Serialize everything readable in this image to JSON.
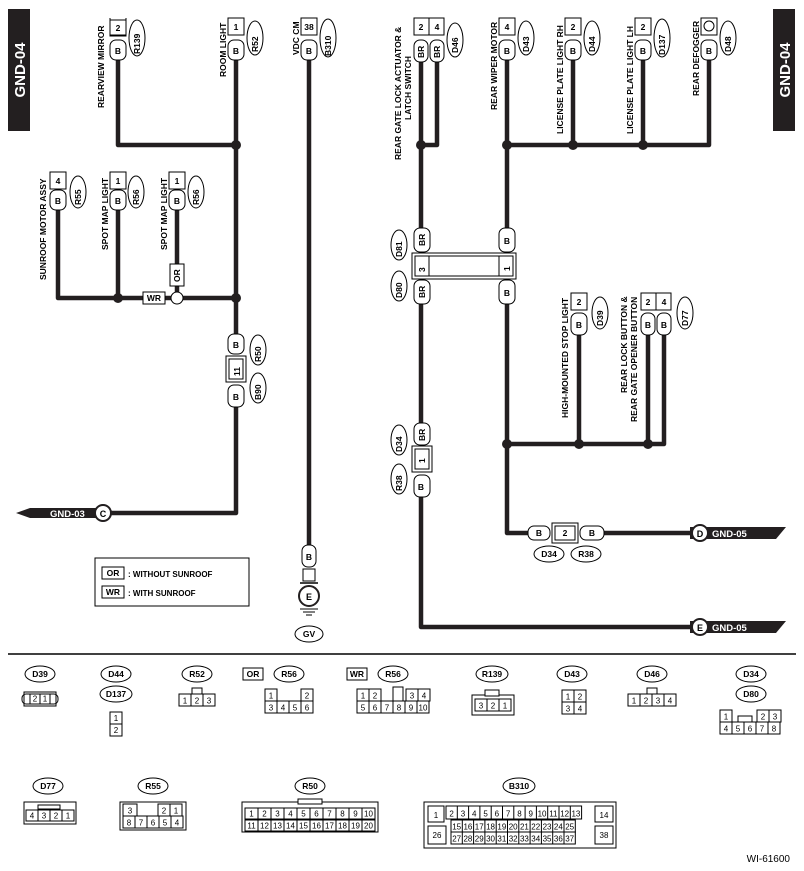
{
  "page": {
    "tab_left": "GND-04",
    "tab_right": "GND-04",
    "figure_id": "WI-61600"
  },
  "components": {
    "rearview_mirror": {
      "label": "REARVIEW MIRROR",
      "conn": "R139",
      "pin": "2",
      "wire": "B"
    },
    "room_light": {
      "label": "ROOM LIGHT",
      "conn": "R52",
      "pin": "1",
      "wire": "B"
    },
    "vdc_cm": {
      "label": "VDC CM",
      "conn": "B310",
      "pin": "38",
      "wire": "B"
    },
    "rear_gate_lock": {
      "label1": "REAR GATE LOCK ACTUATOR &",
      "label2": "LATCH SWITCH",
      "conn": "D46",
      "pin1": "2",
      "pin2": "4",
      "wire1": "BR",
      "wire2": "BR"
    },
    "rear_wiper_motor": {
      "label": "REAR WIPER MOTOR",
      "conn": "D43",
      "pin": "4",
      "wire": "B"
    },
    "license_rh": {
      "label": "LICENSE PLATE LIGHT RH",
      "conn": "D44",
      "pin": "2",
      "wire": "B"
    },
    "license_lh": {
      "label": "LICENSE PLATE LIGHT LH",
      "conn": "D137",
      "pin": "2",
      "wire": "B"
    },
    "rear_defogger": {
      "label": "REAR DEFOGGER",
      "conn": "D48",
      "wire": "B"
    },
    "sunroof_motor": {
      "label": "SUNROOF MOTOR ASSY",
      "conn": "R55",
      "pin": "4",
      "wire": "B"
    },
    "spot_map_1": {
      "label": "SPOT MAP LIGHT",
      "conn": "R56",
      "pin": "1",
      "wire": "B"
    },
    "spot_map_2": {
      "label": "SPOT MAP LIGHT",
      "conn": "R56",
      "pin": "1",
      "wire": "B",
      "option": "OR"
    },
    "wr_label": "WR",
    "r50_b90": {
      "upper": "R50",
      "lower": "B90",
      "pin": "11",
      "wire_up": "B",
      "wire_down": "B"
    },
    "d81_d80": {
      "upper": "D81",
      "lower": "D80",
      "pin_left": "3",
      "pin_right": "1",
      "wl_up": "BR",
      "wl_down": "BR",
      "wr_up": "B",
      "wr_down": "B"
    },
    "hm_stop": {
      "label": "HIGH-MOUNTED STOP LIGHT",
      "conn": "D39",
      "pin": "2",
      "wire": "B"
    },
    "rear_lock_btn": {
      "label1": "REAR LOCK BUTTON &",
      "label2": "REAR GATE OPENER BUTTON",
      "conn": "D77",
      "pin1": "2",
      "pin2": "4",
      "wire1": "B",
      "wire2": "B"
    },
    "d34_r38": {
      "upper": "D34",
      "lower": "R38",
      "pin": "1",
      "wire_up": "BR",
      "wire_down": "B"
    },
    "d34_r38_h": {
      "left": "D34",
      "right": "R38",
      "pin": "2",
      "wire_l": "B",
      "wire_r": "B"
    },
    "ground_e": {
      "letter": "E",
      "label": "GV",
      "wire": "B"
    }
  },
  "refs": {
    "gnd03": {
      "text": "GND-03",
      "letter": "C"
    },
    "gnd05_d": {
      "text": "GND-05",
      "letter": "D"
    },
    "gnd05_e": {
      "text": "GND-05",
      "letter": "E"
    }
  },
  "legend": {
    "or_code": "OR",
    "or_text": ": WITHOUT SUNROOF",
    "wr_code": "WR",
    "wr_text": ": WITH SUNROOF"
  },
  "connector_views": {
    "d39": {
      "name": "D39",
      "pins": [
        "2",
        "1"
      ]
    },
    "d44": {
      "name": "D44",
      "name2": "D137",
      "pins": [
        "1",
        "2"
      ]
    },
    "r52": {
      "name": "R52",
      "pins": [
        "1",
        "2",
        "3"
      ]
    },
    "r56_or": {
      "code": "OR",
      "name": "R56",
      "top": [
        "1",
        "2"
      ],
      "bottom": [
        "3",
        "4",
        "5",
        "6"
      ]
    },
    "r56_wr": {
      "code": "WR",
      "name": "R56",
      "top": [
        "1",
        "2",
        "3",
        "4"
      ],
      "bottom": [
        "5",
        "6",
        "7",
        "8",
        "9",
        "10"
      ]
    },
    "r139": {
      "name": "R139",
      "pins": [
        "3",
        "2",
        "1"
      ]
    },
    "d43": {
      "name": "D43",
      "top": [
        "1",
        "2"
      ],
      "bottom": [
        "3",
        "4"
      ]
    },
    "d46": {
      "name": "D46",
      "pins": [
        "1",
        "2",
        "3",
        "4"
      ]
    },
    "d34": {
      "name": "D34",
      "name2": "D80",
      "top": [
        "1",
        "2",
        "3"
      ],
      "bottom": [
        "4",
        "5",
        "6",
        "7",
        "8"
      ]
    },
    "d77": {
      "name": "D77",
      "pins": [
        "4",
        "3",
        "2",
        "1"
      ]
    },
    "r55": {
      "name": "R55",
      "top": [
        "3",
        "2",
        "1"
      ],
      "bottom": [
        "8",
        "7",
        "6",
        "5",
        "4"
      ]
    },
    "r50": {
      "name": "R50",
      "top": [
        "1",
        "2",
        "3",
        "4",
        "5",
        "6",
        "7",
        "8",
        "9",
        "10"
      ],
      "bottom": [
        "11",
        "12",
        "13",
        "14",
        "15",
        "16",
        "17",
        "18",
        "19",
        "20"
      ]
    },
    "b310": {
      "name": "B310",
      "top": [
        "1",
        "2",
        "3",
        "4",
        "5",
        "6",
        "7",
        "8",
        "9",
        "10",
        "11",
        "12",
        "13",
        "14"
      ],
      "mid": [
        "15",
        "16",
        "17",
        "18",
        "19",
        "20",
        "21",
        "22",
        "23",
        "24",
        "25"
      ],
      "bot": [
        "26",
        "27",
        "28",
        "29",
        "30",
        "31",
        "32",
        "33",
        "34",
        "35",
        "36",
        "37",
        "38"
      ]
    }
  }
}
